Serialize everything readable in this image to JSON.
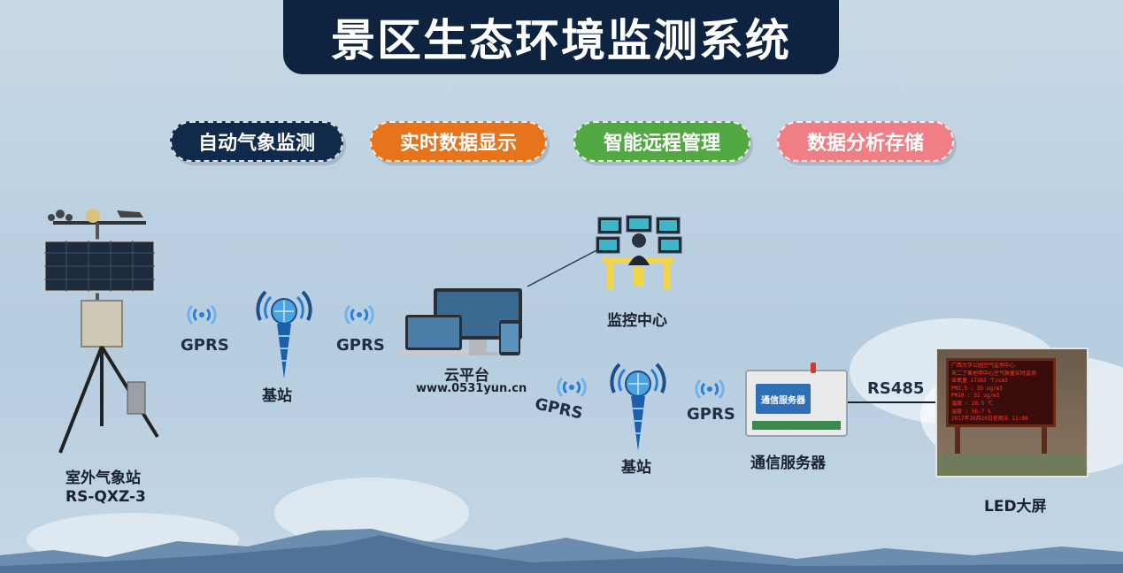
{
  "title": "景区生态环境监测系统",
  "features": [
    {
      "label": "自动气象监测",
      "color": "#0f2a4a"
    },
    {
      "label": "实时数据显示",
      "color": "#e5741c"
    },
    {
      "label": "智能远程管理",
      "color": "#52a843"
    },
    {
      "label": "数据分析存储",
      "color": "#ef7f84"
    }
  ],
  "nodes": {
    "station_name": "室外气象站",
    "station_model": "RS-QXZ-3",
    "base_station_1": "基站",
    "cloud": "云平台",
    "cloud_url": "www.0531yun.cn",
    "monitor": "监控中心",
    "base_station_2": "基站",
    "server": "通信服务器",
    "server_device_text": "通信服务器",
    "led": "LED大屏"
  },
  "links": {
    "gprs_1": "GPRS",
    "gprs_2": "GPRS",
    "gprs_3": "GPRS",
    "gprs_4": "GPRS",
    "rs485": "RS485"
  },
  "led_screen": {
    "lines": [
      "广西大学公园空气监测中心",
      "天二丁章地甲中心空气质量实时监测",
      "含氧量 17383 个/cm3",
      "PM2.5 : 35 ug/m3",
      "PM10 : 32 ug/m3",
      "温度 : 28.5 ℃",
      "湿度 : 56.7 %",
      "2017年10月20日星期五 11:08"
    ]
  }
}
